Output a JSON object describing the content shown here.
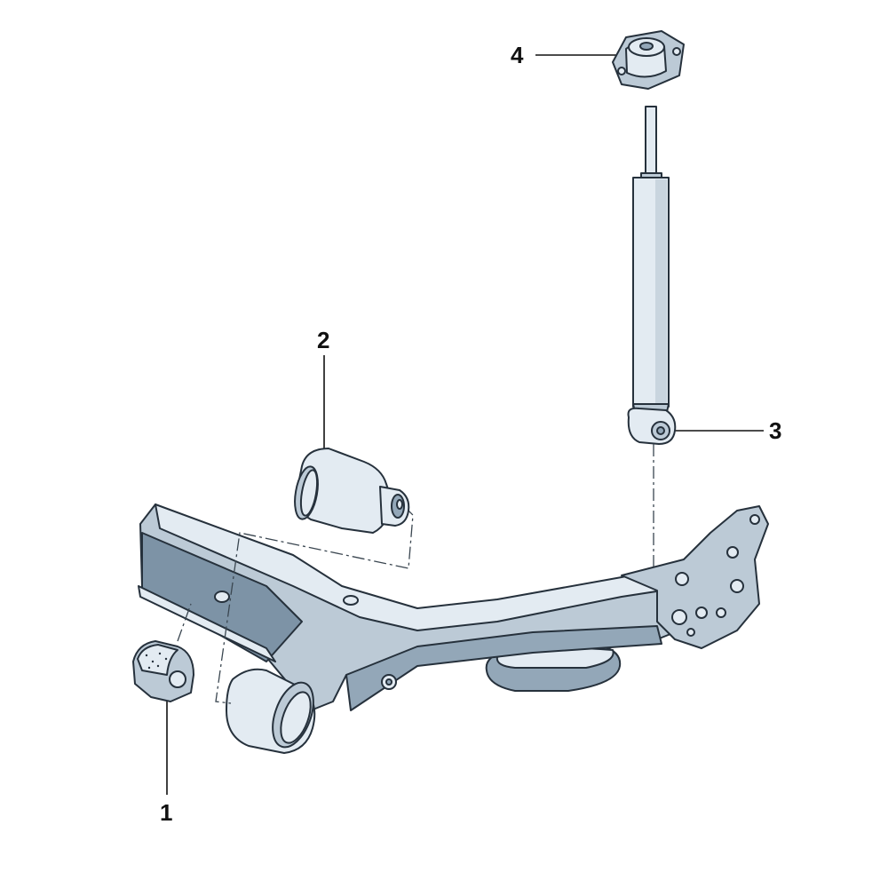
{
  "diagram": {
    "callouts": [
      {
        "number": "1",
        "part": "stabilizer-bushing"
      },
      {
        "number": "2",
        "part": "axle-mount-bushing"
      },
      {
        "number": "3",
        "part": "shock-absorber"
      },
      {
        "number": "4",
        "part": "shock-top-mount"
      }
    ],
    "colors": {
      "light": "#e3ebf2",
      "mid": "#bccad6",
      "dark": "#93a7b8",
      "outline": "#26313c"
    }
  }
}
